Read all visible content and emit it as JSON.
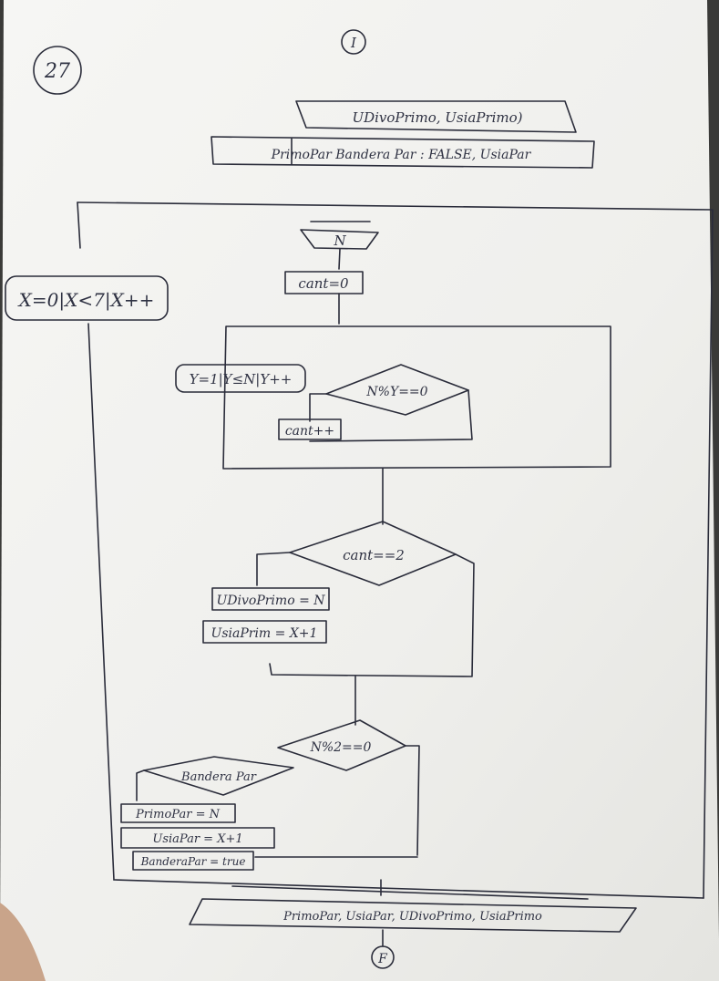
{
  "page_number": "27",
  "start_label": "I",
  "end_label": "F",
  "header_declaration_1": "UDivoPrimo, UsiaPrimo)",
  "header_declaration_2": "PrimoPar  Bandera Par : FALSE, UsiaPar",
  "input_n": "N",
  "counter_init": "cant=0",
  "outer_loop": "X=0|X<7|X++",
  "inner_loop": "Y=1|Y≤N|Y++",
  "mod_check": "N%Y==0",
  "counter_increment": "cant++",
  "prime_check": "cant==2",
  "assign_prime_1": "UDivoPrimo = N",
  "assign_prime_2": "UsiaPrim = X+1",
  "even_check": "N%2==0",
  "flag_check": "Bandera Par",
  "assign_even_1": "PrimoPar = N",
  "assign_even_2": "UsiaPar = X+1",
  "assign_even_3": "BanderaPar = true",
  "output_line": "PrimoPar, UsiaPar, UDivoPrimo, UsiaPrimo",
  "colors": {
    "paper": "#f4f4f2",
    "ink": "#2a2c3a",
    "background": "#3a3a38"
  }
}
